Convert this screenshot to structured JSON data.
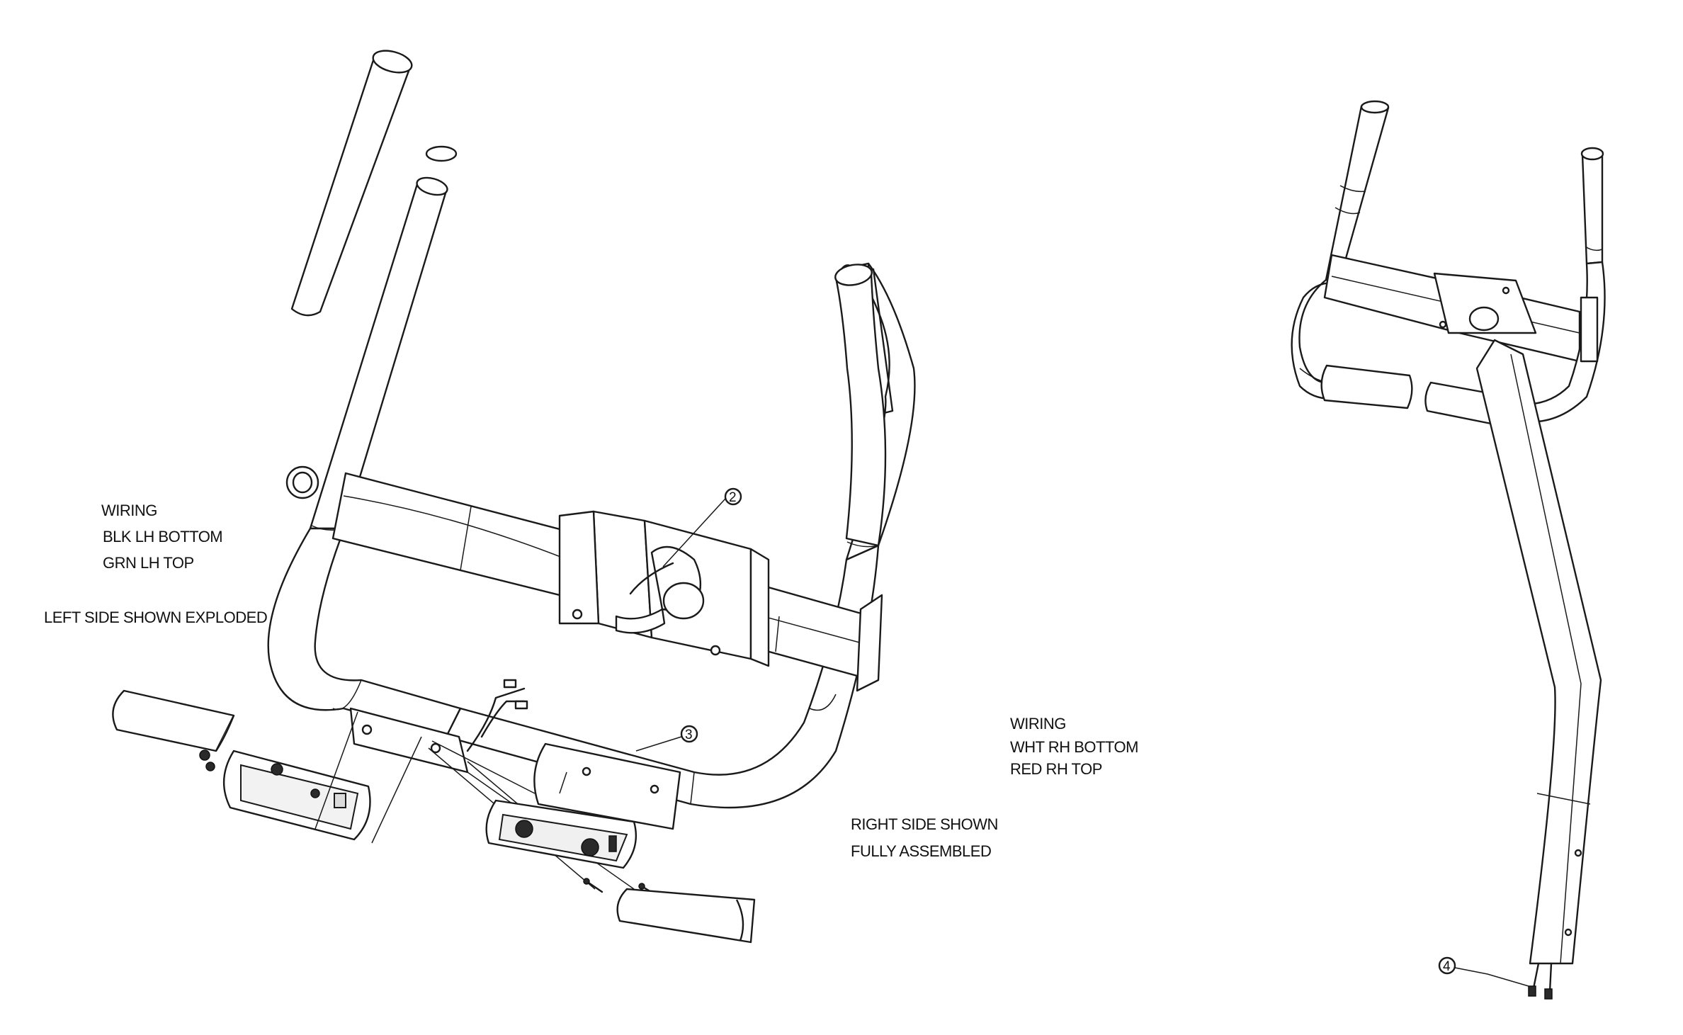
{
  "notes": {
    "left_wiring_title": "WIRING",
    "left_wiring_line1": "BLK  LH BOTTOM",
    "left_wiring_line2": "GRN  LH TOP",
    "left_side_note": "LEFT SIDE SHOWN EXPLODED",
    "right_wiring_title": "WIRING",
    "right_wiring_line1": "WHT  RH BOTTOM",
    "right_wiring_line2": "RED  RH TOP",
    "right_side_note_line1": "RIGHT SIDE SHOWN",
    "right_side_note_line2": "FULLY ASSEMBLED"
  },
  "callouts": [
    "2",
    "3",
    "4"
  ]
}
